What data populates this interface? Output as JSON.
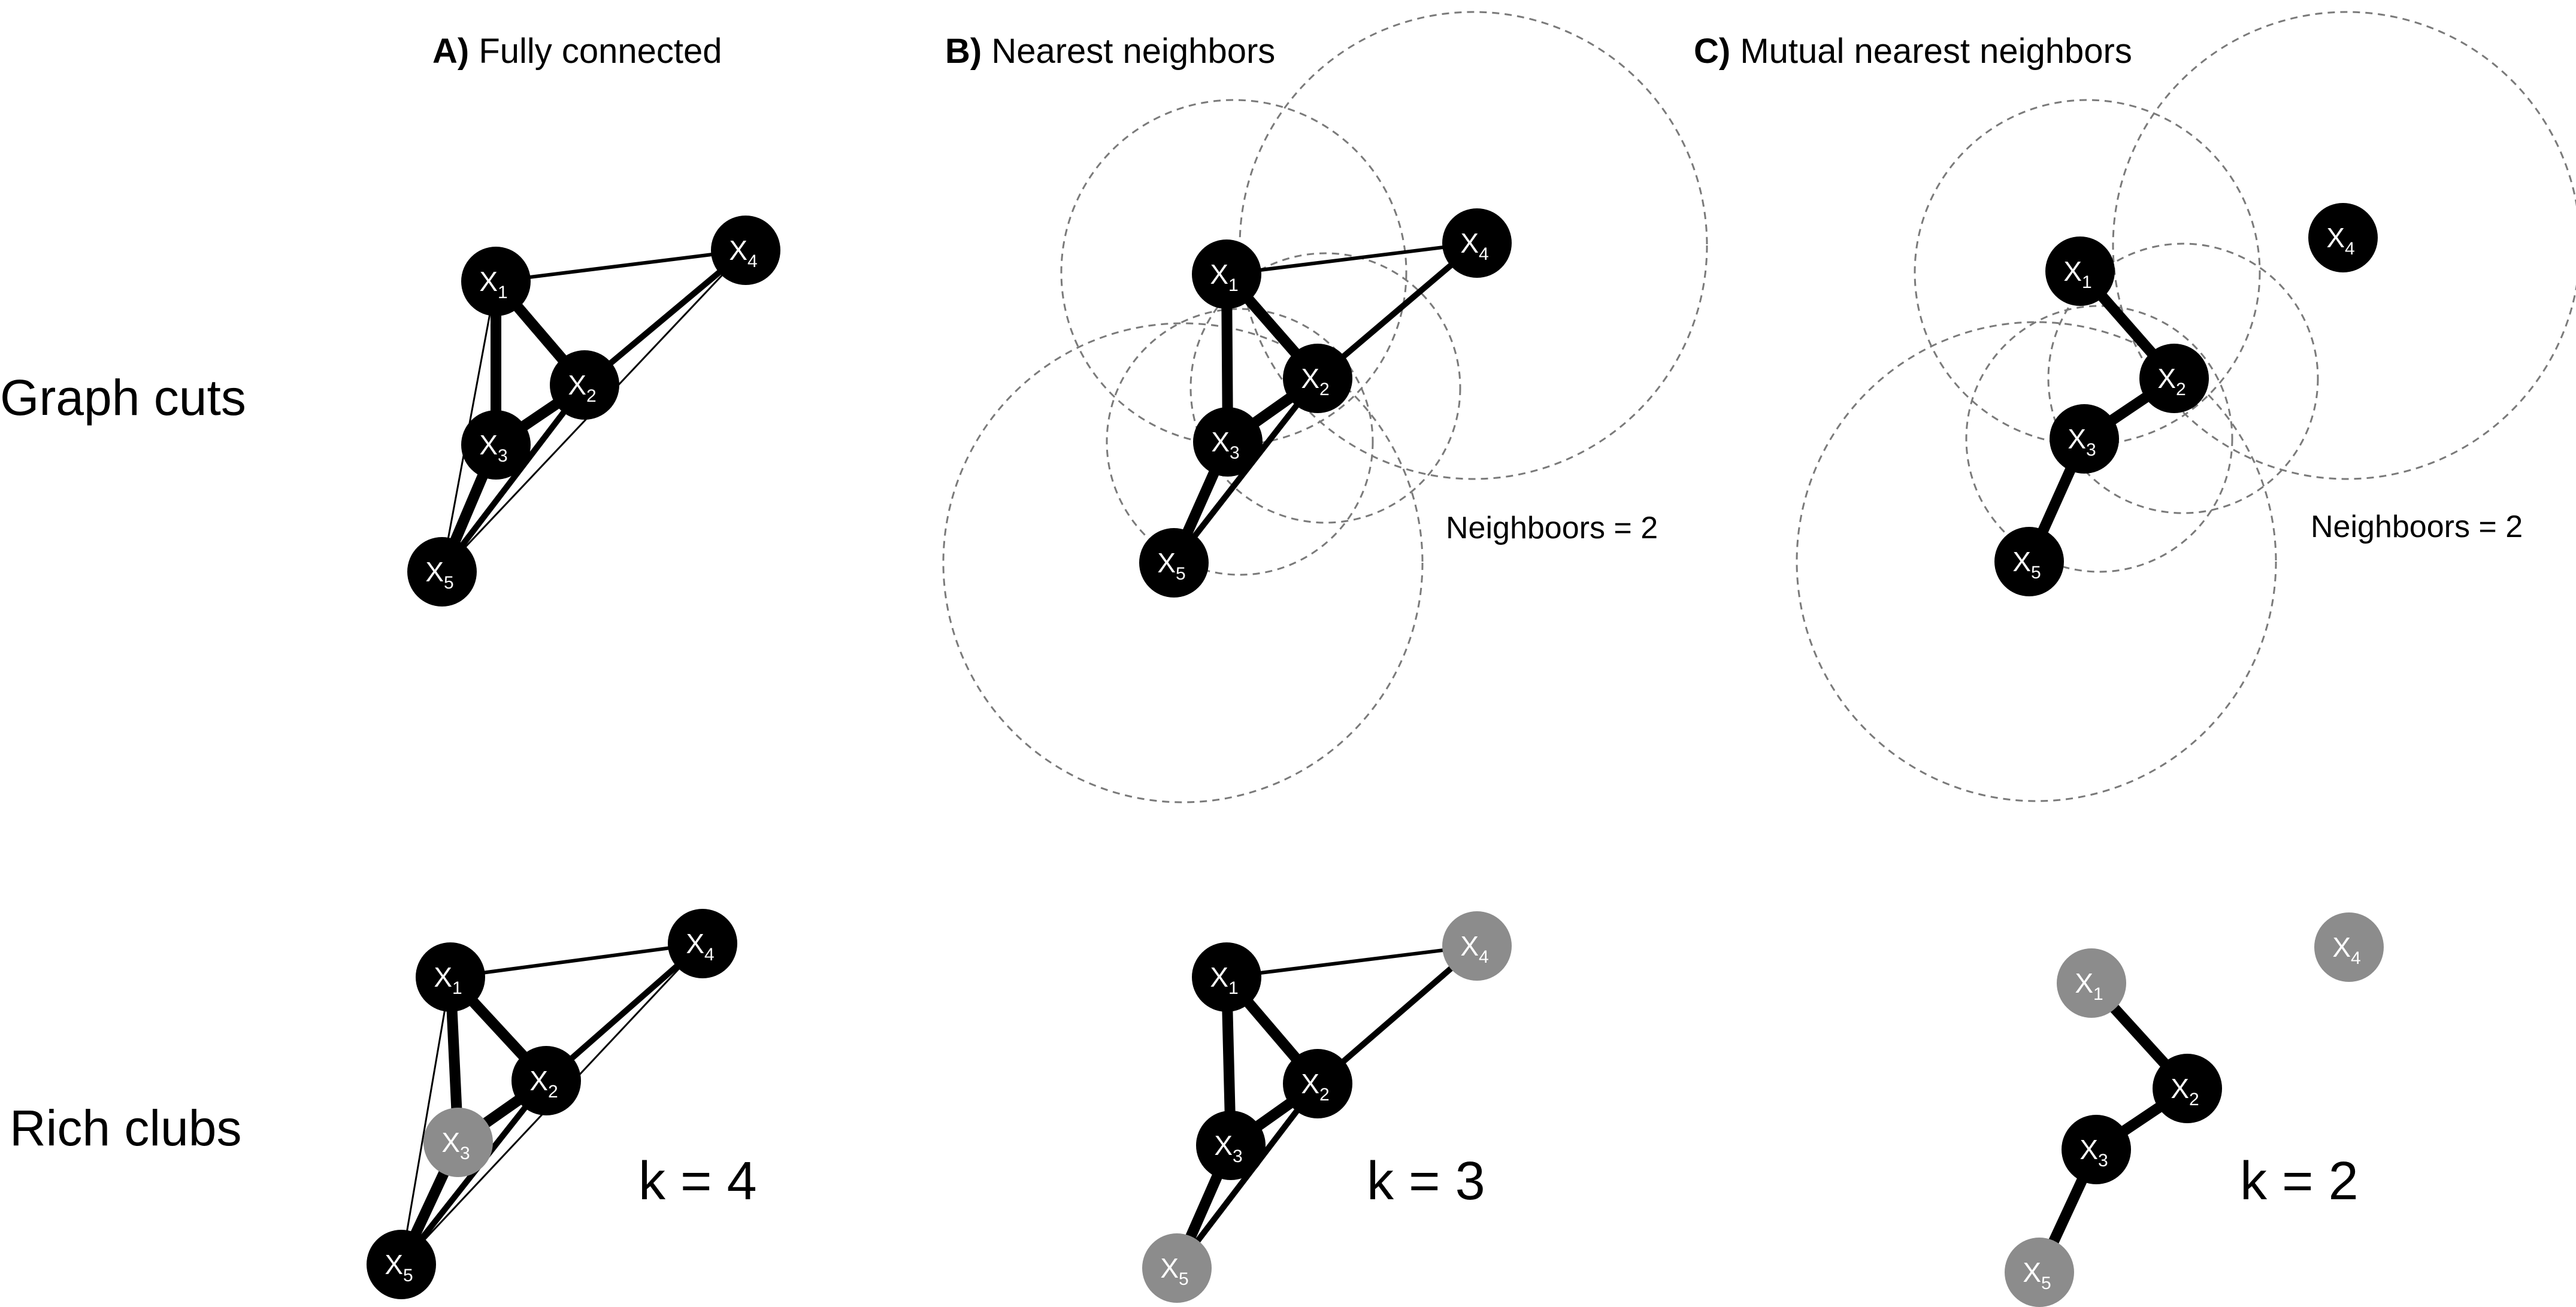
{
  "panels": [
    {
      "id": "A",
      "letter": "A)",
      "text": "Fully connected"
    },
    {
      "id": "B",
      "letter": "B)",
      "text": "Nearest neighbors"
    },
    {
      "id": "C",
      "letter": "C)",
      "text": "Mutual nearest neighbors"
    }
  ],
  "rows": {
    "graph_cuts": "Graph cuts",
    "rich_clubs": "Rich clubs"
  },
  "neighbors_label": "Neighboors = 2",
  "k_labels": [
    "k = 4",
    "k = 3",
    "k = 2"
  ],
  "node_labels": {
    "x1": {
      "main": "X",
      "sub": "1"
    },
    "x2": {
      "main": "X",
      "sub": "2"
    },
    "x3": {
      "main": "X",
      "sub": "3"
    },
    "x4": {
      "main": "X",
      "sub": "4"
    },
    "x5": {
      "main": "X",
      "sub": "5"
    }
  },
  "colors": {
    "node_black": "#000000",
    "node_gray": "#8c8c8c",
    "circle": "#7a7a7a"
  },
  "edge_weights": {
    "x1-x2": "heavy",
    "x1-x3": "heavy",
    "x2-x3": "heavy",
    "x3-x5": "heavy",
    "x2-x4": "medium",
    "x2-x5": "medium",
    "x1-x4": "light",
    "x1-x5": "thin",
    "x4-x5": "thin"
  },
  "graphs": [
    {
      "panel": "A",
      "row": "graph_cuts",
      "edges": [
        "x1-x4",
        "x1-x5",
        "x4-x5",
        "x2-x5",
        "x1-x2",
        "x1-x3",
        "x2-x3",
        "x3-x5",
        "x2-x4"
      ],
      "gray_nodes": []
    },
    {
      "panel": "B",
      "row": "graph_cuts",
      "edges": [
        "x1-x4",
        "x2-x5",
        "x1-x2",
        "x1-x3",
        "x2-x3",
        "x3-x5",
        "x2-x4"
      ],
      "gray_nodes": []
    },
    {
      "panel": "C",
      "row": "graph_cuts",
      "edges": [
        "x1-x2",
        "x2-x3",
        "x3-x5"
      ],
      "gray_nodes": []
    },
    {
      "panel": "A",
      "row": "rich_clubs",
      "edges": [
        "x1-x4",
        "x1-x5",
        "x4-x5",
        "x2-x5",
        "x1-x2",
        "x1-x3",
        "x2-x3",
        "x3-x5",
        "x2-x4"
      ],
      "gray_nodes": [
        "x3"
      ]
    },
    {
      "panel": "B",
      "row": "rich_clubs",
      "edges": [
        "x1-x4",
        "x2-x5",
        "x1-x2",
        "x1-x3",
        "x2-x3",
        "x3-x5",
        "x2-x4"
      ],
      "gray_nodes": [
        "x4",
        "x5"
      ]
    },
    {
      "panel": "C",
      "row": "rich_clubs",
      "edges": [
        "x1-x2",
        "x2-x3",
        "x3-x5"
      ],
      "gray_nodes": [
        "x1",
        "x4",
        "x5"
      ]
    }
  ]
}
